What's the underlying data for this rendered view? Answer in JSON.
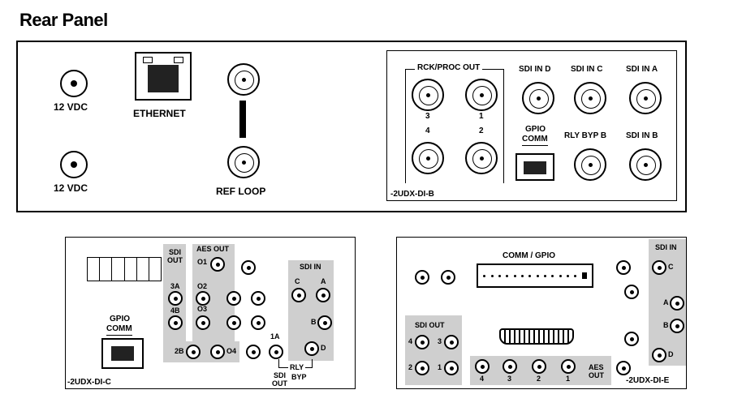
{
  "title": "Rear Panel",
  "main_panel": {
    "power1": "12 VDC",
    "power2": "12 VDC",
    "ethernet": "ETHERNET",
    "ref_loop": "REF LOOP",
    "card_b": {
      "model": "-2UDX-DI-B",
      "rck_proc_out": "RCK/PROC OUT",
      "out_3": "3",
      "out_1": "1",
      "out_4": "4",
      "out_2": "2",
      "sdi_in_d": "SDI IN D",
      "sdi_in_c": "SDI IN C",
      "sdi_in_a": "SDI IN A",
      "gpio": "GPIO",
      "comm": "COMM",
      "rly_byp_b": "RLY BYP B",
      "sdi_in_b": "SDI IN B"
    }
  },
  "card_c": {
    "model": "-2UDX-DI-C",
    "sdi_out": "SDI",
    "sdi_out2": "OUT",
    "aes_out": "AES OUT",
    "o1": "O1",
    "o2": "O2",
    "o3": "O3",
    "o4": "O4",
    "p3a": "3A",
    "p4b": "4B",
    "p2b": "2B",
    "p1a": "1A",
    "sdi_in": "SDI IN",
    "c": "C",
    "a": "A",
    "b": "B",
    "d": "D",
    "gpio": "GPIO",
    "comm": "COMM",
    "rly": "RLY",
    "sdi_out_b1": "SDI",
    "sdi_out_b2": "OUT",
    "byp": "BYP"
  },
  "card_e": {
    "model": "-2UDX-DI-E",
    "comm_gpio": "COMM / GPIO",
    "sdi_in": "SDI IN",
    "c": "C",
    "a": "A",
    "b": "B",
    "d": "D",
    "sdi_out": "SDI OUT",
    "o4": "4",
    "o3": "3",
    "o2": "2",
    "o1": "1",
    "aes": "AES",
    "out": "OUT",
    "a4": "4",
    "a3": "3",
    "a2": "2",
    "a1": "1"
  }
}
